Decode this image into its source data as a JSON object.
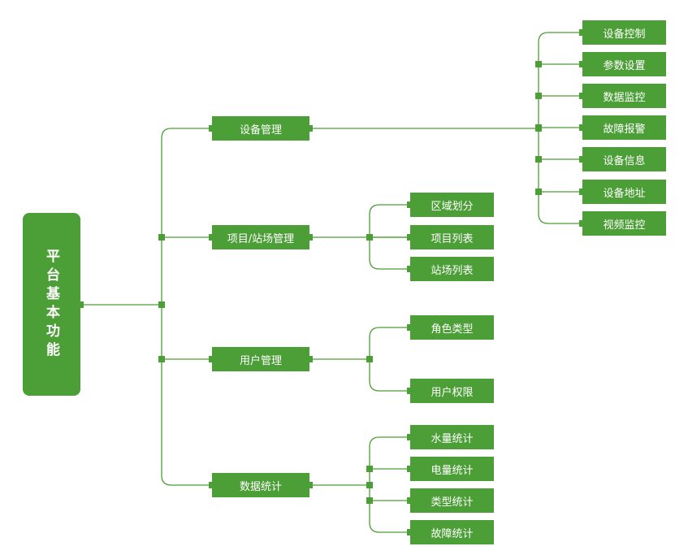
{
  "colors": {
    "node": "#4c9e37",
    "line": "#4c9e37",
    "background": "#ffffff"
  },
  "root": {
    "label": "平台基本功能"
  },
  "branches": [
    {
      "label": "设备管理",
      "children": [
        "设备控制",
        "参数设置",
        "数据监控",
        "故障报警",
        "设备信息",
        "设备地址",
        "视频监控"
      ]
    },
    {
      "label": "项目/站场管理",
      "children": [
        "区域划分",
        "项目列表",
        "站场列表"
      ]
    },
    {
      "label": "用户管理",
      "children": [
        "角色类型",
        "用户权限"
      ]
    },
    {
      "label": "数据统计",
      "children": [
        "水量统计",
        "电量统计",
        "类型统计",
        "故障统计"
      ]
    }
  ]
}
